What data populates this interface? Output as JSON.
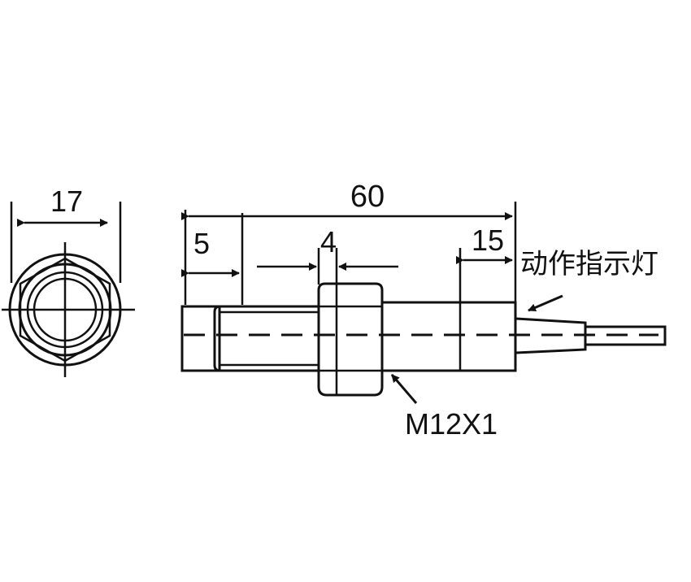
{
  "colors": {
    "line": "#111111",
    "background": "#ffffff"
  },
  "dimensions": {
    "width_label": "17",
    "total_length_label": "60",
    "head_length_label": "5",
    "nut_width_label": "4",
    "tail_length_label": "15"
  },
  "callouts": {
    "indicator_label": "动作指示灯",
    "thread_label": "M12X1"
  }
}
